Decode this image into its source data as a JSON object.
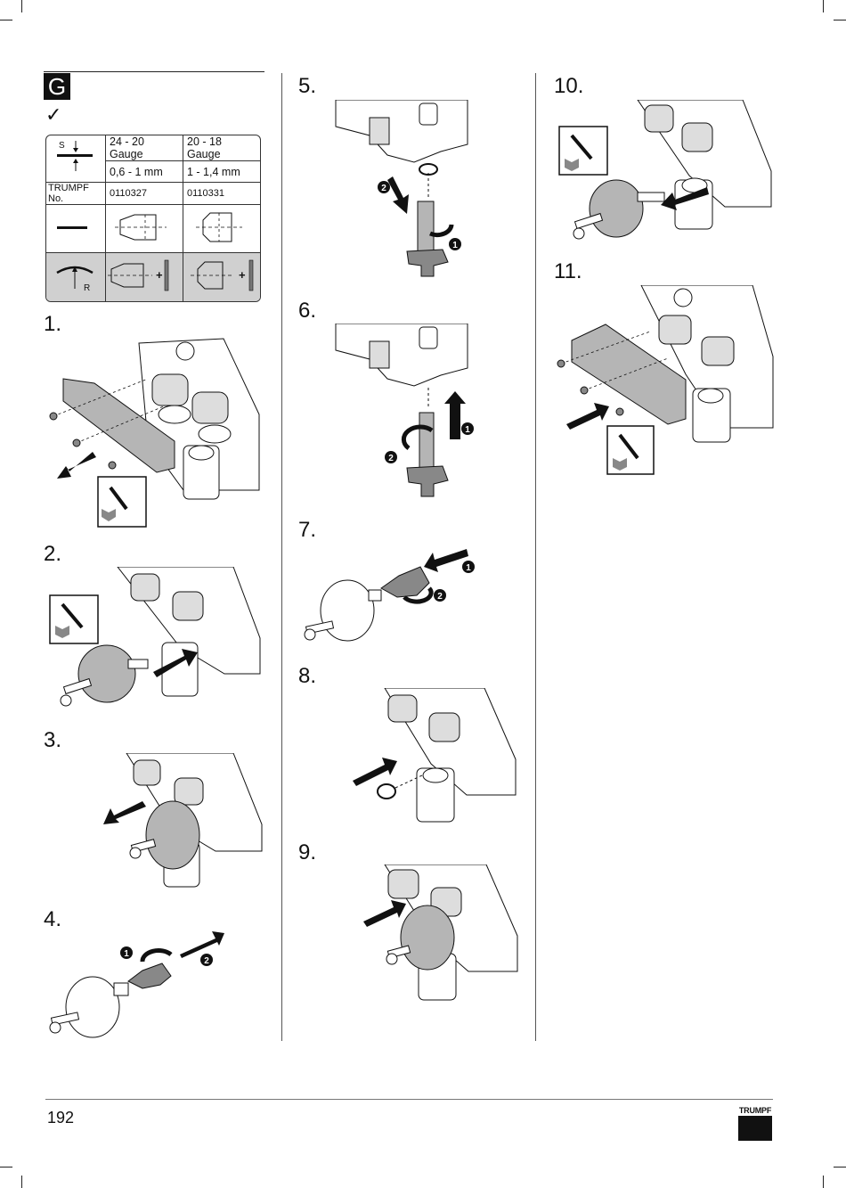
{
  "section": {
    "letter": "G",
    "check": "✓"
  },
  "spec_table": {
    "s_label": "S",
    "col1_gauge": "24 - 20 Gauge",
    "col2_gauge": "20 - 18 Gauge",
    "col1_mm": "0,6 - 1 mm",
    "col2_mm": "1 - 1,4 mm",
    "part_label": "TRUMPF No.",
    "col1_part": "0110327",
    "col2_part": "0110331",
    "r_label": "R",
    "plus": "+"
  },
  "steps": [
    "1.",
    "2.",
    "3.",
    "4.",
    "5.",
    "6.",
    "7.",
    "8.",
    "9.",
    "10.",
    "11."
  ],
  "callouts": {
    "one": "1",
    "two": "2"
  },
  "footer": {
    "page_number": "192",
    "brand": "TRUMPF"
  },
  "colors": {
    "grey_fill": "#bdbdbd",
    "table_shade": "#d0d0d0",
    "ink": "#111111"
  },
  "icons": [
    "screwdriver-icon",
    "arrow-icon",
    "rotate-arrow-icon",
    "hex-screw-icon"
  ]
}
